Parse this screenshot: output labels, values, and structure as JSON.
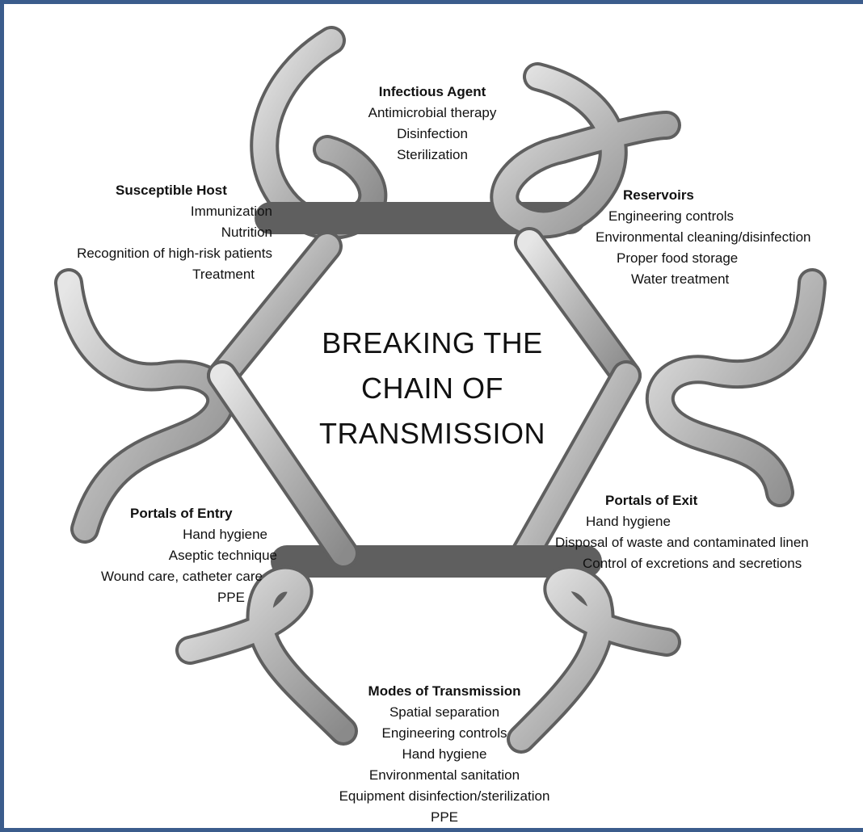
{
  "title": {
    "line1": "BREAKING THE",
    "line2": "CHAIN OF",
    "line3": "TRANSMISSION"
  },
  "nodes": {
    "infectious_agent": {
      "heading": "Infectious Agent",
      "items": [
        "Antimicrobial therapy",
        "Disinfection",
        "Sterilization"
      ]
    },
    "reservoirs": {
      "heading": "Reservoirs",
      "items": [
        "Engineering controls",
        "Environmental cleaning/disinfection",
        "Proper food storage",
        "Water treatment"
      ]
    },
    "portals_of_exit": {
      "heading": "Portals of Exit",
      "items": [
        "Hand hygiene",
        "Disposal of waste and contaminated linen",
        "Control of excretions and secretions"
      ]
    },
    "modes_of_transmission": {
      "heading": "Modes of Transmission",
      "items": [
        "Spatial separation",
        "Engineering controls",
        "Hand hygiene",
        "Environmental sanitation",
        "Equipment disinfection/sterilization",
        "PPE"
      ]
    },
    "portals_of_entry": {
      "heading": "Portals of Entry",
      "items": [
        "Hand hygiene",
        "Aseptic technique",
        "Wound care, catheter care",
        "PPE"
      ]
    },
    "susceptible_host": {
      "heading": "Susceptible Host",
      "items": [
        "Immunization",
        "Nutrition",
        "Recognition of high-risk patients",
        "Treatment"
      ]
    }
  },
  "colors": {
    "frame_border": "#3b5c8c",
    "link_light": "#e4e4e4",
    "link_mid": "#b3b3b3",
    "link_dark": "#6f6f6f",
    "text": "#111111"
  }
}
